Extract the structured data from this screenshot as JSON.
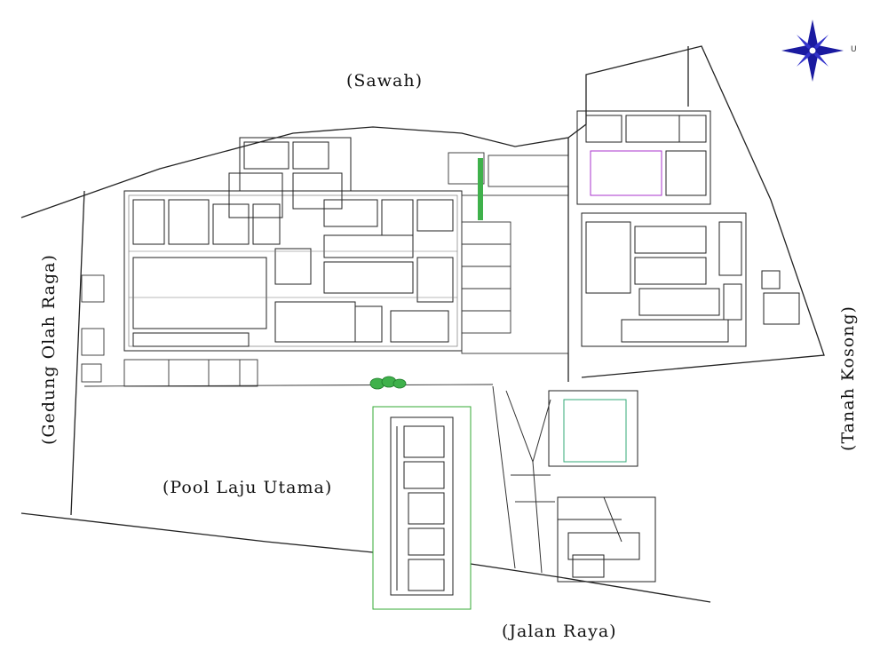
{
  "labels": {
    "north": "(Sawah)",
    "west": "(Gedung Olah Raga)",
    "east": "(Tanah Kosong)",
    "southwest": "(Pool Laju Utama)",
    "south": "(Jalan Raya)",
    "compass_letter": "U"
  },
  "colors": {
    "lines": "#222222",
    "detail": "#555555",
    "green": "#22aa33",
    "purple": "#aa33cc",
    "compass": "#1a1aa0"
  },
  "icons": [
    "compass-rose-icon",
    "tree-icon"
  ]
}
